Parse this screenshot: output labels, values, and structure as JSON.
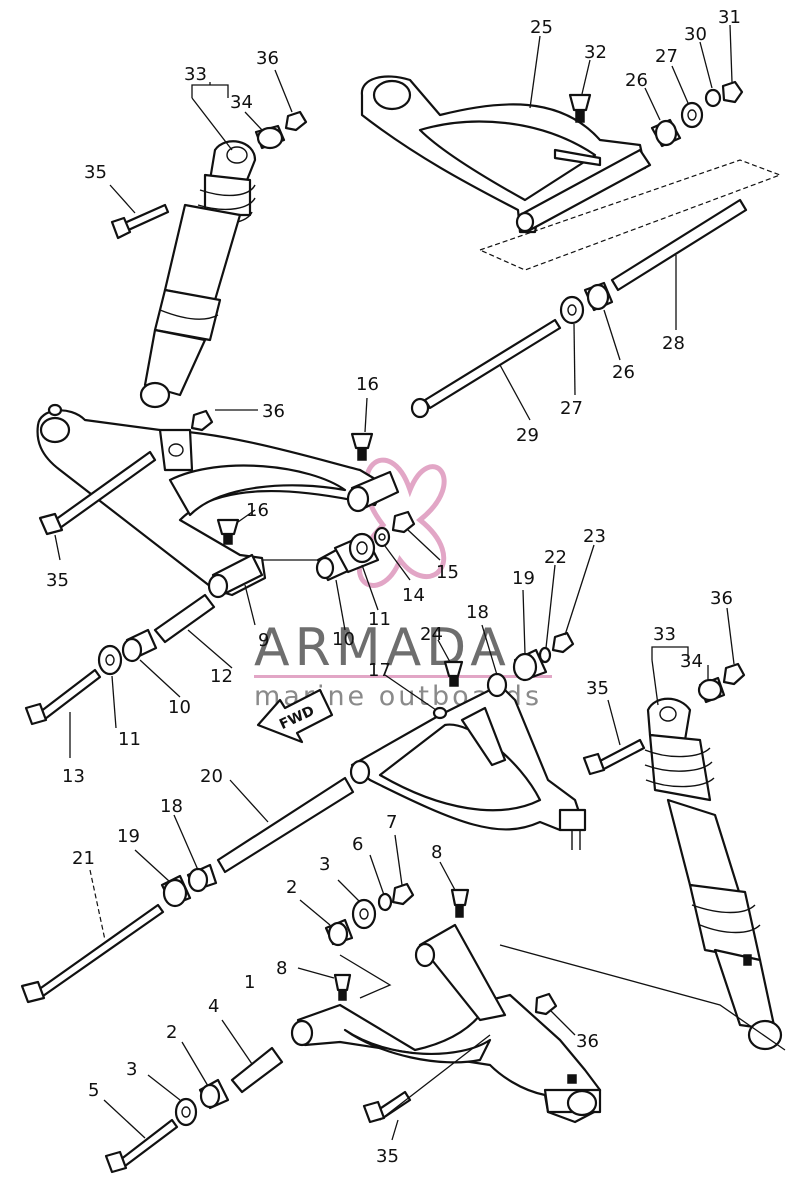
{
  "callouts": {
    "c1": "1",
    "c2a": "2",
    "c2b": "2",
    "c3a": "3",
    "c3b": "3",
    "c4": "4",
    "c5": "5",
    "c6": "6",
    "c7": "7",
    "c8a": "8",
    "c8b": "8",
    "c9": "9",
    "c10a": "10",
    "c10b": "10",
    "c11a": "11",
    "c11b": "11",
    "c12": "12",
    "c13": "13",
    "c14": "14",
    "c15": "15",
    "c16a": "16",
    "c16b": "16",
    "c17": "17",
    "c18a": "18",
    "c18b": "18",
    "c19a": "19",
    "c19b": "19",
    "c20": "20",
    "c21": "21",
    "c22": "22",
    "c23": "23",
    "c24": "24",
    "c25": "25",
    "c26a": "26",
    "c26b": "26",
    "c27a": "27",
    "c27b": "27",
    "c28": "28",
    "c29": "29",
    "c30": "30",
    "c31": "31",
    "c32": "32",
    "c33a": "33",
    "c33b": "33",
    "c34a": "34",
    "c34b": "34",
    "c35a": "35",
    "c35b": "35",
    "c35c": "35",
    "c35d": "35",
    "c36a": "36",
    "c36b": "36",
    "c36c": "36",
    "c36d": "36"
  },
  "fwd_label": "FWD",
  "watermark": {
    "brand": "ARMADA",
    "tagline": "marine outboards",
    "accent_color": "#e2a6c6"
  }
}
